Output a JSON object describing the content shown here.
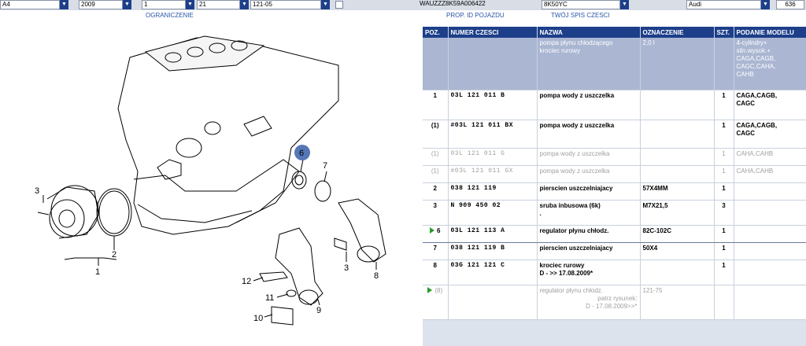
{
  "filters": {
    "model": "A4",
    "year": "2009",
    "group": "1",
    "subgroup": "21",
    "illustration": "121-05",
    "vin": "WAUZZZ8K59A006422",
    "code": "8K50YC",
    "brand": "Audi",
    "count": "636"
  },
  "subheader": {
    "restriction": "OGRANICZENIE",
    "vehicle_id": "PROP. ID POJAZDU",
    "my_parts": "TWÓJ SPIS CZESCI"
  },
  "table": {
    "headers": [
      "POZ.",
      "NUMER CZESCI",
      "NAZWA",
      "OZNACZENIE",
      "SZT.",
      "PODANIE MODELU"
    ],
    "intro": {
      "nazwa_line1": "pompa płynu chłodzącego",
      "nazwa_line2": "krociec rurowy",
      "oznaczenie": "2,0 l",
      "model_lines": [
        "4-cylindry+",
        "siln.wysok.+",
        "CAGA,CAGB,",
        "CAGC,CAHA,",
        "CAHB"
      ]
    },
    "rows": [
      {
        "poz": "1",
        "numer": "03L  121  011  B",
        "nazwa": "pompa wody z uszczelka",
        "ozn": "",
        "szt": "1",
        "model": [
          "CAGA,CAGB,",
          "CAGC"
        ],
        "dim": false,
        "selected": false
      },
      {
        "poz": "(1)",
        "numer": "#03L  121  011  BX",
        "nazwa": "pompa wody z uszczelka",
        "ozn": "",
        "szt": "1",
        "model": [
          "CAGA,CAGB,",
          "CAGC"
        ],
        "dim": false,
        "selected": false
      },
      {
        "poz": "(1)",
        "numer": "03L  121  011  G",
        "nazwa": "pompa wody z uszczelka",
        "ozn": "",
        "szt": "1",
        "model": [
          "CAHA,CAHB"
        ],
        "dim": true,
        "selected": false
      },
      {
        "poz": "(1)",
        "numer": "#03L  121  011  GX",
        "nazwa": "pompa wody z uszczelka",
        "ozn": "",
        "szt": "1",
        "model": [
          "CAHA,CAHB"
        ],
        "dim": true,
        "selected": false
      },
      {
        "poz": "2",
        "numer": "038  121  119",
        "nazwa": "pierscien uszczelniajacy",
        "ozn": "57X4MM",
        "szt": "1",
        "model": [],
        "dim": false,
        "selected": false
      },
      {
        "poz": "3",
        "numer": "N    909  450  02",
        "nazwa": "sruba inbusowa (6k)",
        "nazwa2": ".",
        "ozn": "M7X21,5",
        "szt": "3",
        "model": [],
        "dim": false,
        "selected": false
      },
      {
        "poz": "6",
        "numer": "03L  121  113  A",
        "nazwa": "regulator płynu chłodz.",
        "ozn": "82C-102C",
        "szt": "1",
        "model": [],
        "dim": false,
        "selected": true
      },
      {
        "poz": "7",
        "numer": "038  121  119  B",
        "nazwa": "pierscien uszczelniajacy",
        "ozn": "50X4",
        "szt": "1",
        "model": [],
        "dim": false,
        "selected": false
      },
      {
        "poz": "8",
        "numer": "03G  121  121  C",
        "nazwa": "krociec rurowy",
        "nazwa2": "D -          >>  17.08.2009*",
        "ozn": "",
        "szt": "1",
        "model": [],
        "dim": false,
        "selected": false
      },
      {
        "poz": "(8)",
        "numer": "",
        "nazwa": "regulator płynu chłodz.",
        "nazwa2": "patrz rysunek:",
        "nazwa3": "D - 17.08.2009>>*",
        "ozn": "121-75",
        "szt": "",
        "model": [],
        "dim": true,
        "selected": false,
        "marker": true
      }
    ]
  },
  "diagram": {
    "callouts": [
      "1",
      "2",
      "3",
      "6",
      "7",
      "3",
      "8",
      "12",
      "11",
      "9",
      "10"
    ],
    "highlight_callout": "6",
    "highlight_color": "#5577b8"
  }
}
